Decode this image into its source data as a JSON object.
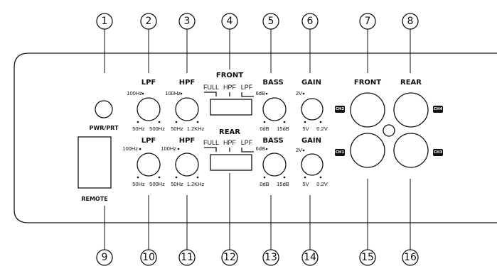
{
  "callouts": {
    "top": [
      "1",
      "2",
      "3",
      "4",
      "5",
      "6",
      "7",
      "8"
    ],
    "bottom": [
      "9",
      "10",
      "11",
      "12",
      "13",
      "14",
      "15",
      "16"
    ]
  },
  "labels": {
    "pwr_prt": "PWR/PRT",
    "remote": "REMOTE",
    "lpf": "LPF",
    "hpf": "HPF",
    "front_sel": "FRONT",
    "rear_sel": "REAR",
    "bass": "BASS",
    "gain": "GAIN",
    "front_rca": "FRONT",
    "rear_rca": "REAR"
  },
  "lpf_scale": {
    "top": "100Hz",
    "min": "50Hz",
    "max": "500Hz"
  },
  "hpf_scale": {
    "top": "100Hz",
    "min": "50Hz",
    "max": "1.2KHz"
  },
  "bass_scale": {
    "top": "6dB",
    "min": "0dB",
    "max": "15dB"
  },
  "gain_scale": {
    "top": "2V",
    "min": "5V",
    "max": "0.2V"
  },
  "selector": {
    "full": "FULL",
    "hpf": "HPF",
    "lpf": "LPF"
  },
  "channel_tags": {
    "ch1": "CH1",
    "ch2": "CH2",
    "ch3": "CH3",
    "ch4": "CH4"
  }
}
